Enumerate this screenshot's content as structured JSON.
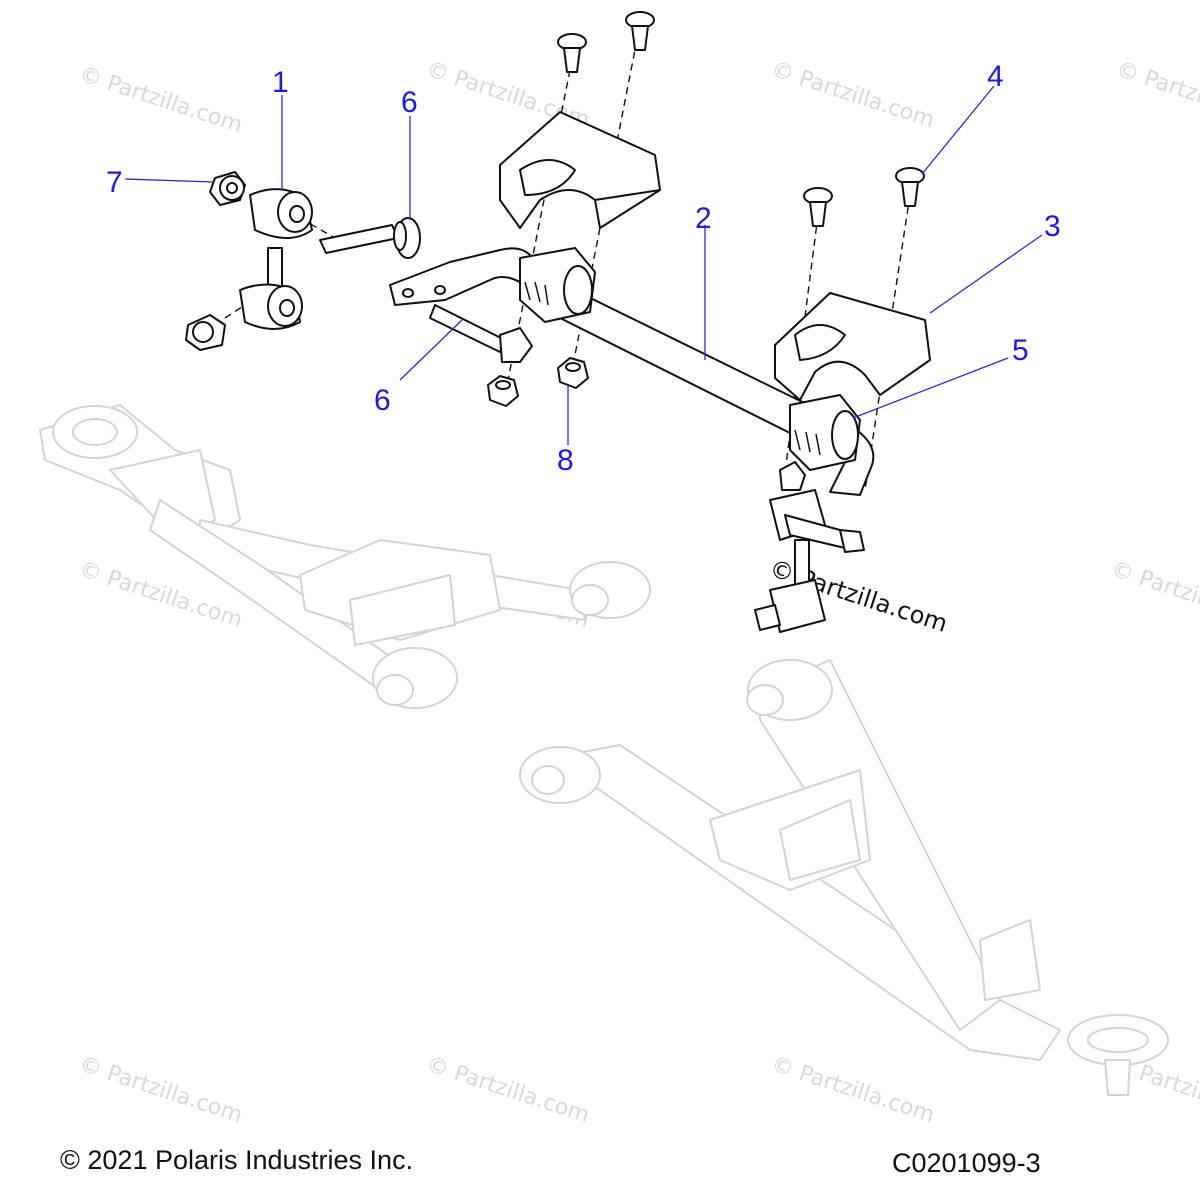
{
  "callouts": {
    "c1": "1",
    "c2": "2",
    "c3": "3",
    "c4": "4",
    "c5": "5",
    "c6a": "6",
    "c6b": "6",
    "c7": "7",
    "c8": "8"
  },
  "watermark": {
    "text": "© Partzilla.com"
  },
  "footer": {
    "copyright": "© 2021 Polaris Industries Inc.",
    "drawing_number": "C0201099-3"
  },
  "colors": {
    "callout_blue": "#1a1ae6",
    "line": "#111111",
    "watermark_gray": "#d9d9d9"
  }
}
